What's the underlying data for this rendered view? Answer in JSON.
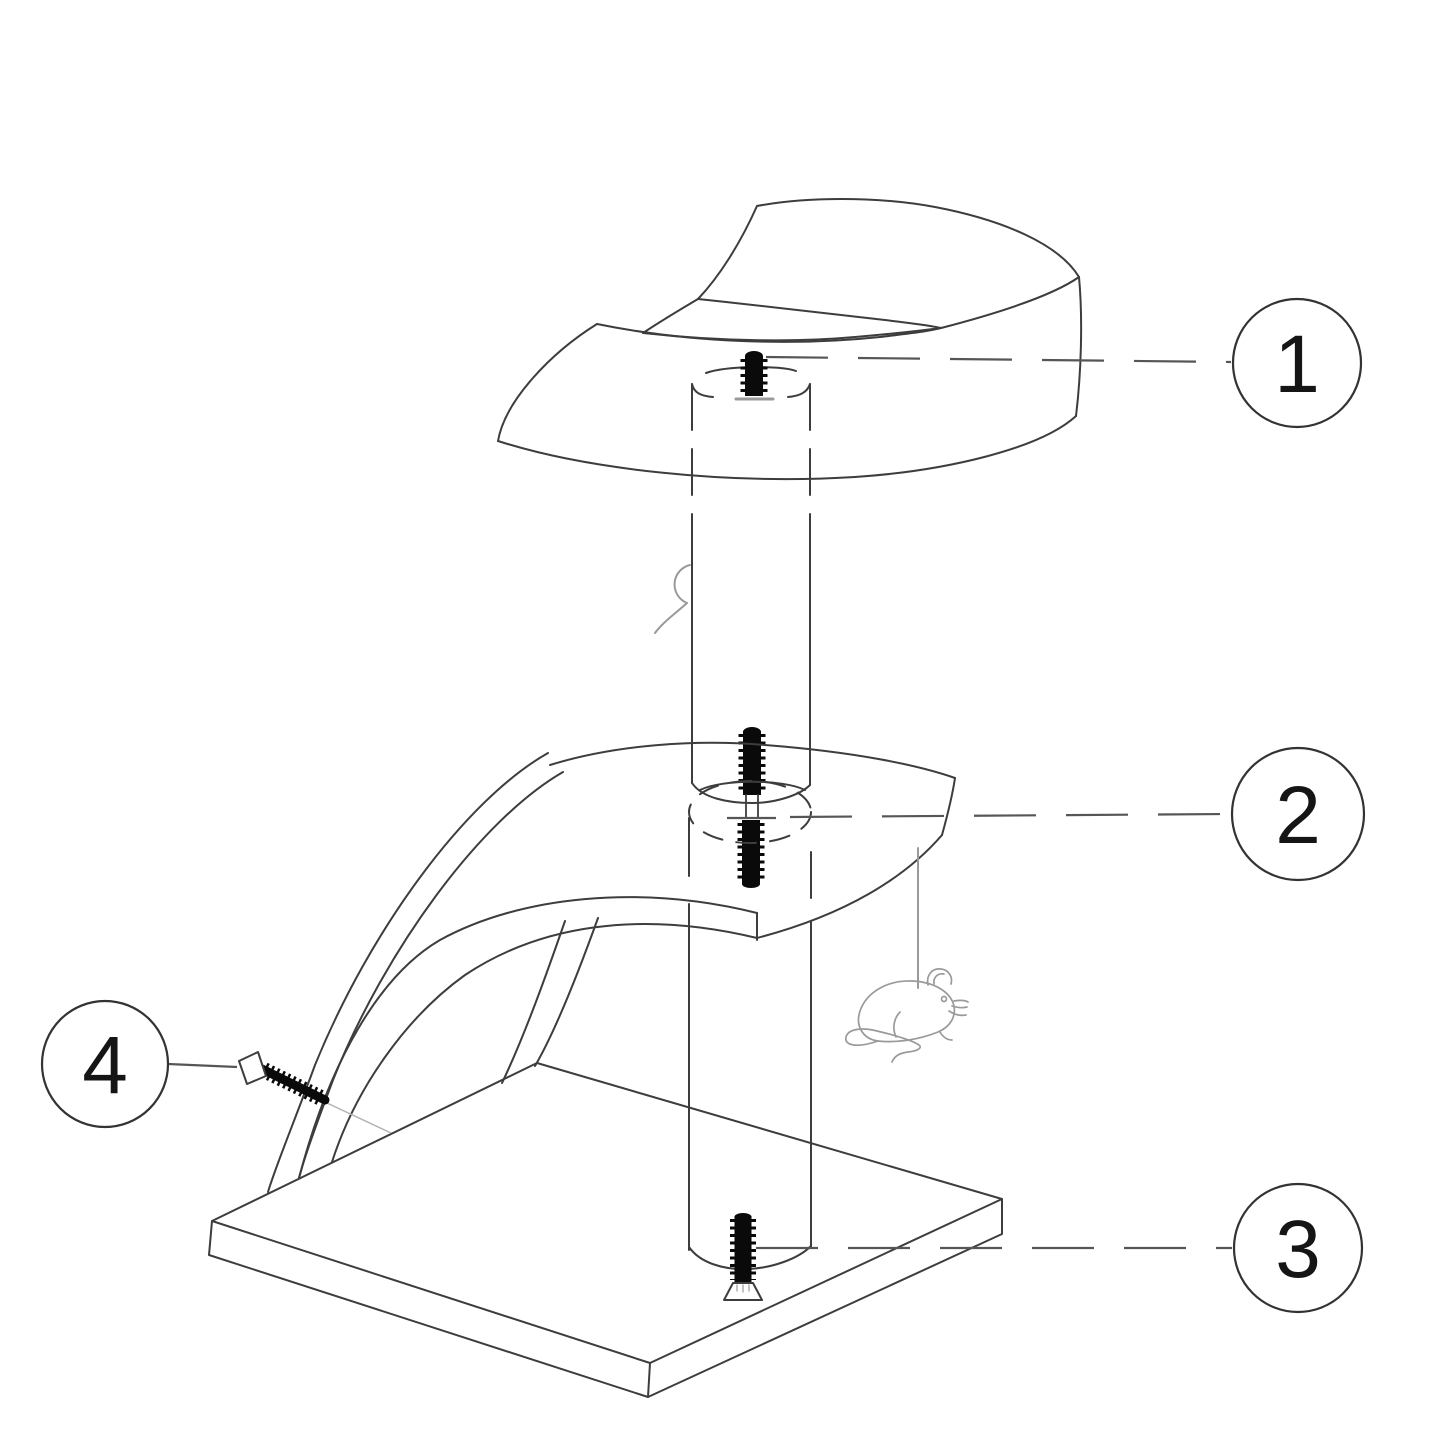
{
  "diagram": {
    "colors": {
      "background": "#ffffff",
      "line": "#3d3d3d",
      "dark": "#0a0a0a",
      "leader": "#565656",
      "soft": "#9a9a9a"
    },
    "callouts": [
      {
        "label": "1",
        "part": "top-bed"
      },
      {
        "label": "2",
        "part": "middle-platform-with-ramp"
      },
      {
        "label": "3",
        "part": "base-board"
      },
      {
        "label": "4",
        "part": "mounting-screw"
      }
    ],
    "icons": [
      "ball-toy-icon",
      "mouse-toy-icon",
      "screw-stud-icon",
      "connector-bolt-icon",
      "countersunk-screw-icon"
    ]
  }
}
